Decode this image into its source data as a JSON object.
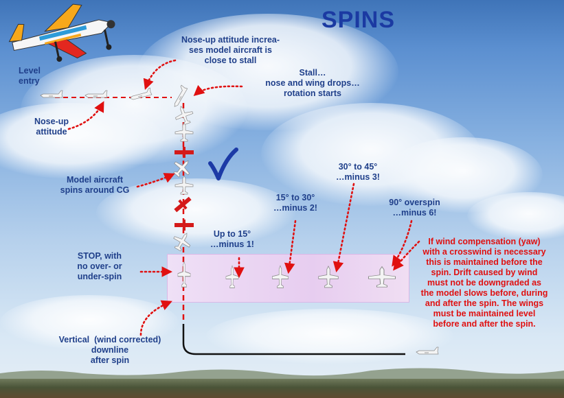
{
  "title": "SPINS",
  "labels": {
    "level_entry": "Level\nentry",
    "nose_up_attitude": "Nose-up\nattitude",
    "nose_up_increases": "Nose-up attitude increa-\nses model aircraft is\nclose to stall",
    "stall": "Stall…\nnose and wing drops…\nrotation starts",
    "model_spins": "Model aircraft\nspins around CG",
    "stop": "STOP, with\nno over- or\nunder-spin",
    "vertical": "Vertical  (wind corrected)\ndownline\nafter spin",
    "up_to_15": "Up to 15°\n…minus 1!",
    "15_to_30": "15° to 30°\n…minus 2!",
    "30_to_45": "30° to 45°\n…minus 3!",
    "overspin_90": "90° overspin\n…minus 6!",
    "wind_note": "If wind compensation (yaw)\nwith a crosswind is necessary\nthis is maintained before the\nspin. Drift caused by wind\nmust not be downgraded as\nthe model slows before, during\nand after the spin. The wings\nmust be maintained level\nbefore and after the spin."
  },
  "colors": {
    "label_blue": "#1f3f8a",
    "title_blue": "#1b3aa2",
    "dotted_red": "#e01010",
    "checkmark": "#1c3aa6",
    "band": "#ead4f2"
  },
  "icons": [
    "aerobatic-plane-icon",
    "checkmark-icon",
    "aircraft-silhouette-icon"
  ]
}
